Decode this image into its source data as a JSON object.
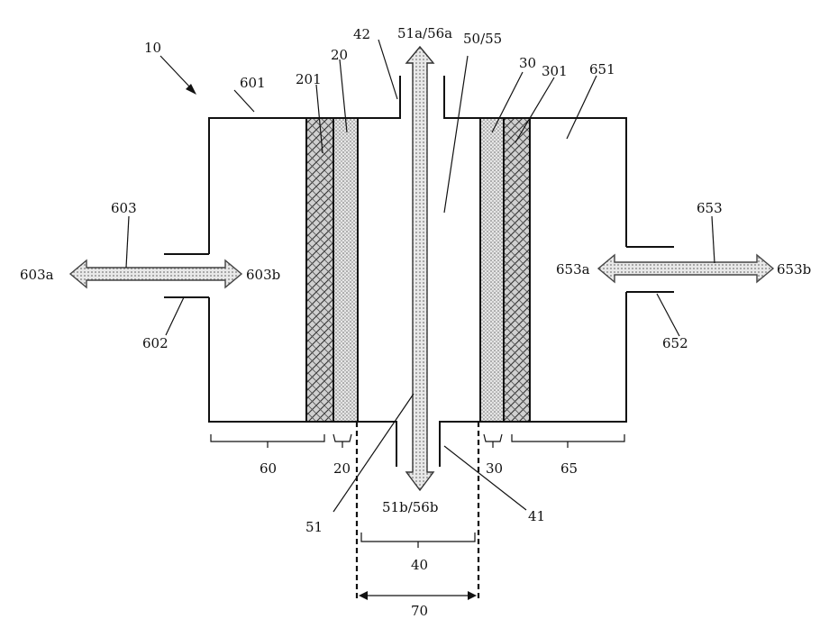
{
  "labels": {
    "device": "10",
    "left_chamber": "601",
    "left_layer": "201",
    "left_membrane": "20",
    "left_pipe": "42",
    "channel_flow_top": "51a/56a",
    "channel": "50/55",
    "right_membrane": "30",
    "right_layer": "301",
    "right_chamber": "651",
    "left_flow": "603",
    "left_flow_a": "603a",
    "left_flow_b": "603b",
    "left_port": "602",
    "right_flow": "653",
    "right_flow_a": "653a",
    "right_flow_b": "653b",
    "right_port": "652",
    "left_section": "60",
    "left_membrane_bracket": "20",
    "right_membrane_bracket": "30",
    "right_section": "65",
    "channel_flow_bottom": "51b/56b",
    "flow_tag": "51",
    "outlet_pipe": "41",
    "gap": "40",
    "total_gap": "70"
  },
  "colors": {
    "line": "#111111",
    "arrow_fill": "#b8b8b8",
    "dotted_fill": "#cfcfcf",
    "hatch_fill": "#9a9a9a"
  }
}
